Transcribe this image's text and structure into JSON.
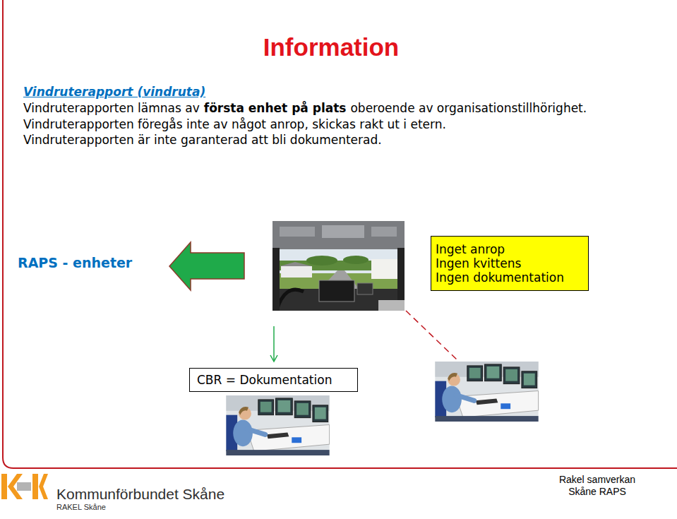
{
  "diagram": {
    "title": "Information",
    "nodes": [
      {
        "text": [
          "Inget anrop",
          "Ingen kvittens",
          "Ingen dokumentation"
        ]
      },
      {
        "text": [
          "CBR = Dokumentation"
        ]
      }
    ],
    "labels": [
      "Vindruterapport (vindruta)",
      "Vindruterapporten lämnas av",
      "första enhet på plats",
      "oberoende av organisationstillhörighet.",
      "Vindruterapporten föregås inte av något anrop, skickas rakt ut i etern.",
      "Vindruterapporten är inte garanterad att bli dokumenterad.",
      "RAPS - enheter",
      "Kommunförbundet Skåne",
      "RAKEL Skåne",
      "Rakel samverkan",
      "Skåne RAPS"
    ]
  }
}
